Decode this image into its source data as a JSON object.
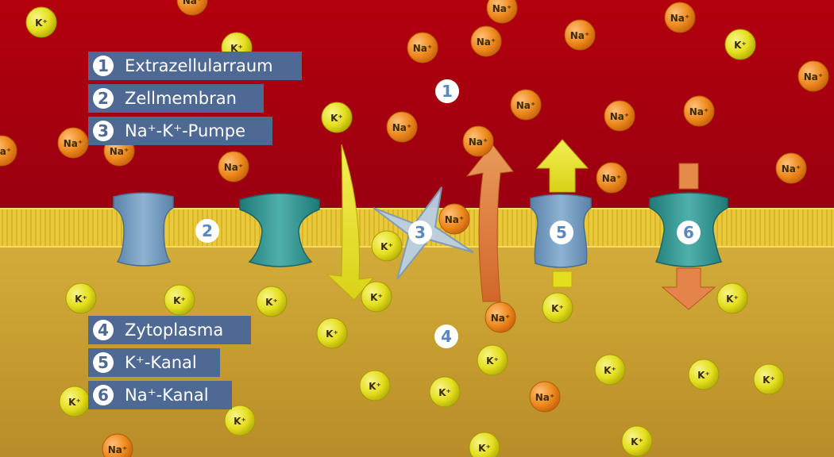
{
  "legend_top": [
    {
      "num": "1",
      "label": "Extrazellularraum"
    },
    {
      "num": "2",
      "label": "Zellmembran"
    },
    {
      "num": "3",
      "label": "Na⁺-K⁺-Pumpe"
    }
  ],
  "legend_bottom": [
    {
      "num": "4",
      "label": "Zytoplasma"
    },
    {
      "num": "5",
      "label": "K⁺-Kanal"
    },
    {
      "num": "6",
      "label": "Na⁺-Kanal"
    }
  ],
  "callouts": {
    "c1": "1",
    "c2": "2",
    "c3": "3",
    "c4": "4",
    "c5": "5",
    "c6": "6"
  },
  "ions": {
    "k_label": "K⁺",
    "na_label": "Na⁺"
  },
  "colors": {
    "extracellular": "#a8000c",
    "cytoplasm": "#c8a232",
    "membrane": "#e8c32e",
    "k_ion": "#e7e41c",
    "na_ion": "#ee8a1c",
    "k_channel": "#6d96b8",
    "na_channel": "#2f8f8c",
    "legend_bg": "#4e6a94"
  }
}
